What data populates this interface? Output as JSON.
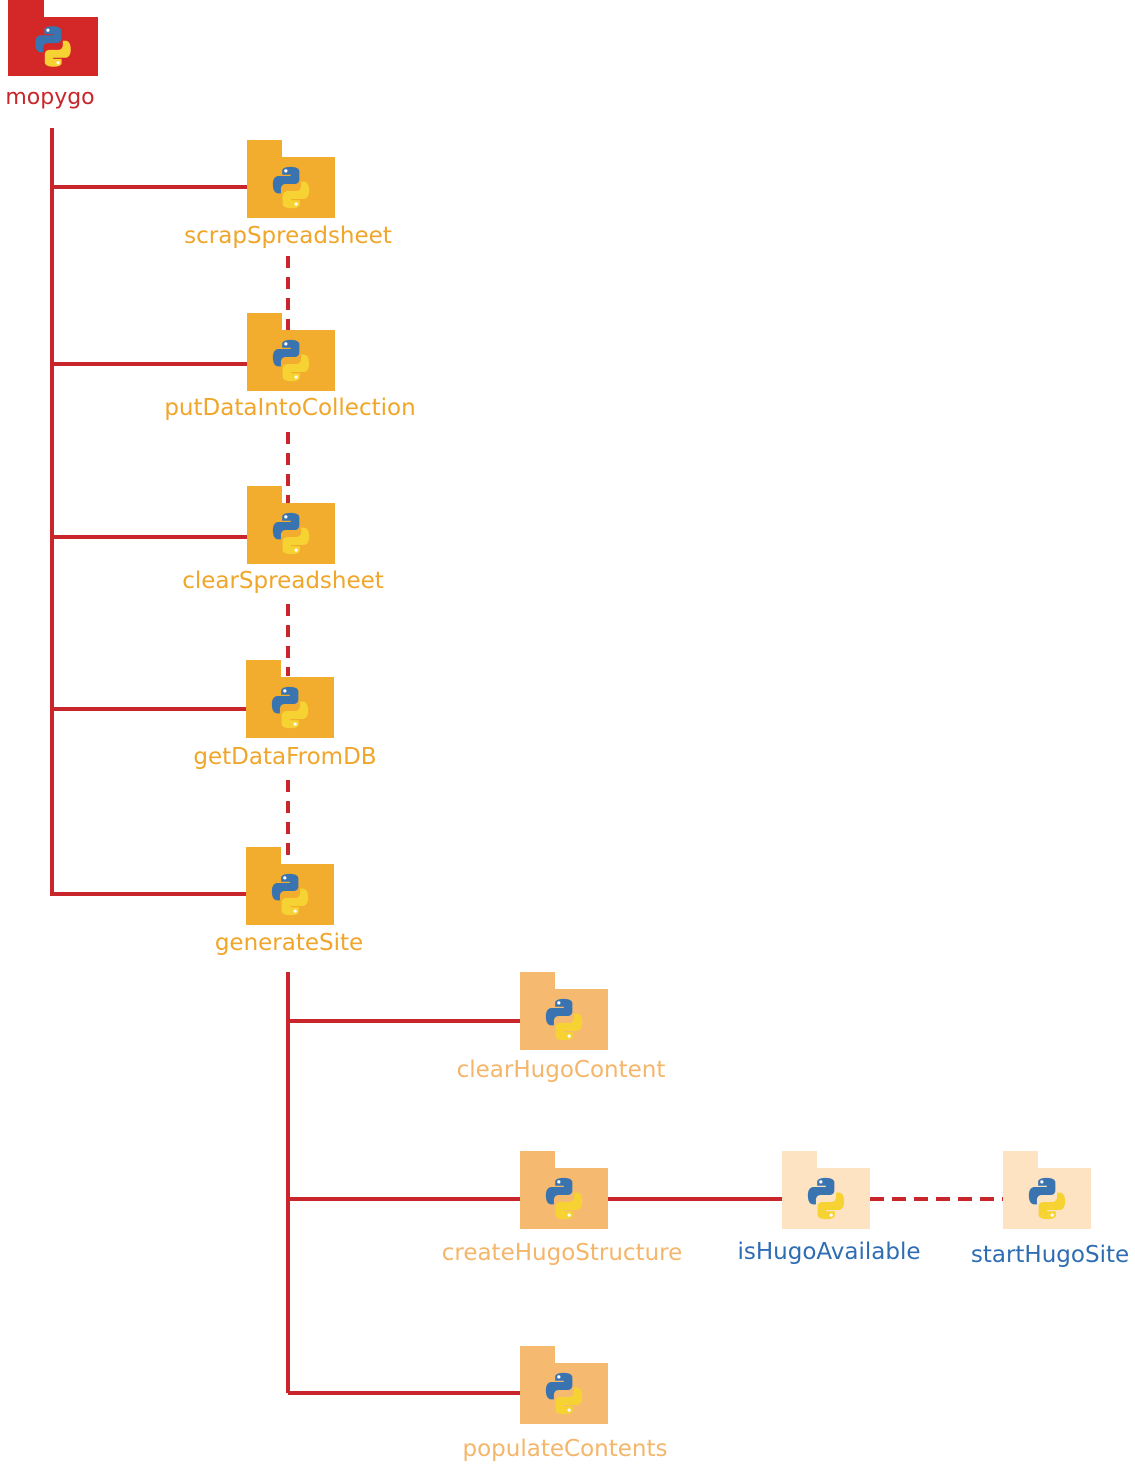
{
  "colors": {
    "line": "#c8262b",
    "root_folder": "#d42828",
    "level1_folder": "#f2ad2e",
    "level1_text": "#efa62a",
    "level2_folder": "#f5ba70",
    "level2_text": "#f4b66a",
    "level3_folder": "#fde3c2",
    "level3_text": "#2f6db3",
    "root_text": "#c8262b",
    "python_blue": "#3a74b0",
    "python_yellow": "#f6d233"
  },
  "root": {
    "label": "mopygo",
    "icon": "python-folder-icon"
  },
  "level1": [
    {
      "label": "scrapSpreadsheet",
      "icon": "python-folder-icon"
    },
    {
      "label": "putDataIntoCollection",
      "icon": "python-folder-icon"
    },
    {
      "label": "clearSpreadsheet",
      "icon": "python-folder-icon"
    },
    {
      "label": "getDataFromDB",
      "icon": "python-folder-icon"
    },
    {
      "label": "generateSite",
      "icon": "python-folder-icon"
    }
  ],
  "level2": [
    {
      "label": "clearHugoContent",
      "icon": "python-folder-icon"
    },
    {
      "label": "createHugoStructure",
      "icon": "python-folder-icon"
    },
    {
      "label": "populateContents",
      "icon": "python-folder-icon"
    }
  ],
  "level3": [
    {
      "label": "isHugoAvailable",
      "icon": "python-folder-icon"
    },
    {
      "label": "startHugoSite",
      "icon": "python-folder-icon"
    }
  ]
}
